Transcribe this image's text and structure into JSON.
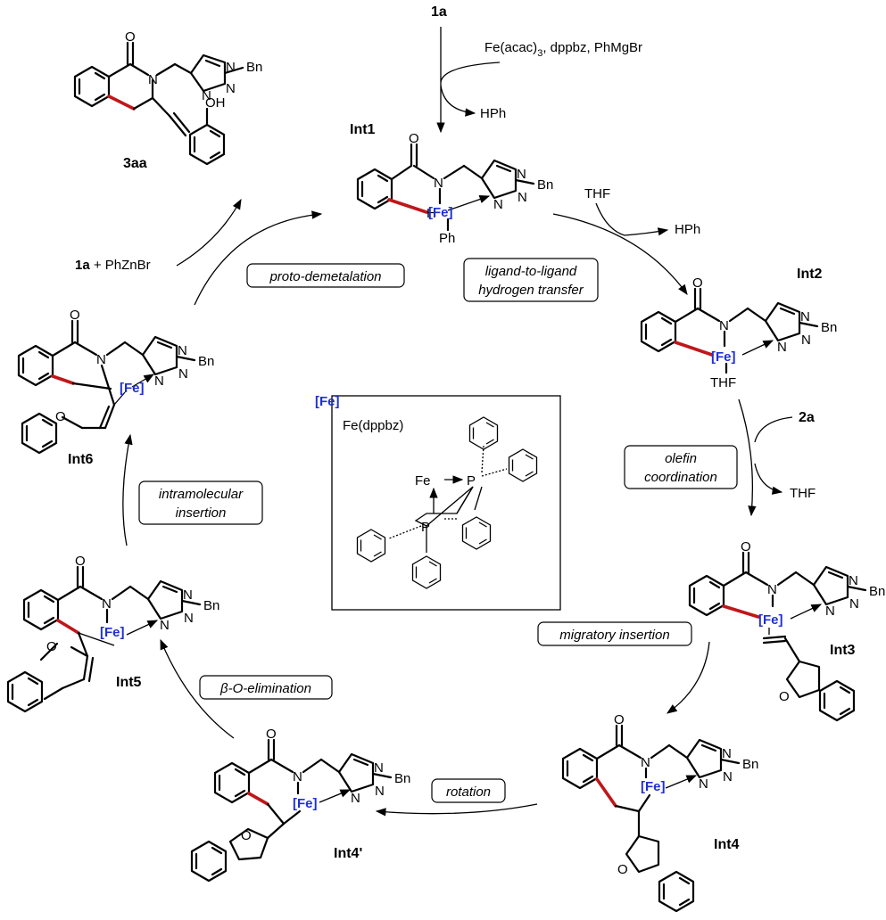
{
  "colors": {
    "fe": "#1f2fd6",
    "newbond": "#c0161a",
    "legend_border": "#3b46c8"
  },
  "top_reagent": {
    "compound": "1a",
    "conditions": "Fe(acac)",
    "sub": "3",
    "conditions_rest": ", dppbz, PhMgBr",
    "byproduct": "HPh"
  },
  "step_int2": {
    "in": "THF",
    "out": "HPh"
  },
  "step_int3": {
    "in": "2a",
    "out": "THF"
  },
  "step_return": {
    "compound": "1a",
    "plus": " + PhZnBr"
  },
  "labels": {
    "int1": "Int1",
    "int2": "Int2",
    "int3": "Int3",
    "int4": "Int4",
    "int4p": "Int4'",
    "int5": "Int5",
    "int6": "Int6",
    "p3aa": "3aa"
  },
  "steps": {
    "lthat1": "ligand-to-ligand",
    "lthat2": "hydrogen transfer",
    "olefin1": "olefin",
    "olefin2": "coordination",
    "migratory": "migratory insertion",
    "rotation": "rotation",
    "betaO": "β-O-elimination",
    "intra1": "intramolecular",
    "intra2": "insertion",
    "proto": "proto-demetalation"
  },
  "atoms": {
    "O": "O",
    "N": "N",
    "OH": "OH",
    "H": "H",
    "Ph": "Ph",
    "Bn": "Bn",
    "Fe": "[Fe]",
    "THF": "THF",
    "P": "P",
    "FeAtom": "Fe"
  },
  "legend": {
    "tag": "[Fe]",
    "title": "Fe(dppbz)"
  }
}
